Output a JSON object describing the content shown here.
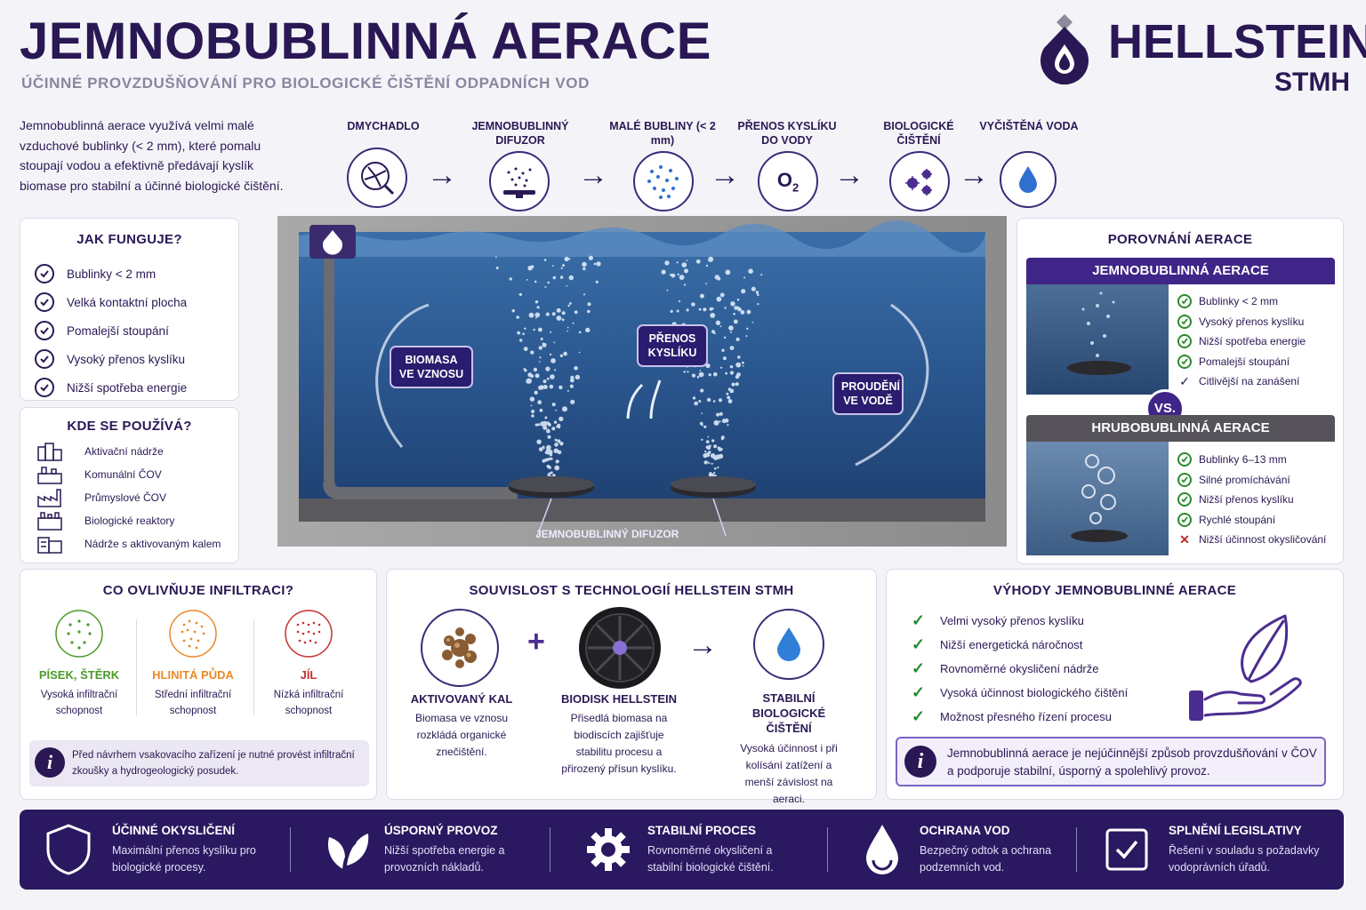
{
  "header": {
    "title": "JEMNOBUBLINNÁ AERACE",
    "subtitle": "ÚČINNÉ PROVZDUŠŇOVÁNÍ PRO BIOLOGICKÉ ČIŠTĚNÍ ODPADNÍCH VOD",
    "brand": "HELLSTEIN",
    "brand_sub": "STMH"
  },
  "intro": "Jemnobublinná aerace využívá velmi malé vzduchové bublinky (< 2 mm), které pomalu stoupají vodou a efektivně předávají kyslík biomase pro stabilní a účinné biologické čištění.",
  "process": [
    {
      "label": "DMYCHADLO",
      "icon": "blower-icon"
    },
    {
      "label": "JEMNOBUBLINNÝ DIFUZOR",
      "icon": "diffuser-icon"
    },
    {
      "label": "MALÉ BUBLINY (< 2 mm)",
      "icon": "bubbles-icon"
    },
    {
      "label": "PŘENOS KYSLÍKU DO VODY",
      "icon": "oxygen-icon",
      "symbol": "O",
      "sub": "2"
    },
    {
      "label": "BIOLOGICKÉ ČIŠTĚNÍ",
      "icon": "bacteria-icon"
    },
    {
      "label": "VYČIŠTĚNÁ VODA",
      "icon": "water-drop-icon"
    }
  ],
  "how": {
    "title": "JAK FUNGUJE?",
    "items": [
      "Bublinky < 2 mm",
      "Velká kontaktní plocha",
      "Pomalejší stoupání",
      "Vysoký přenos kyslíku",
      "Nižší spotřeba energie"
    ]
  },
  "where": {
    "title": "KDE SE POUŽÍVÁ?",
    "items": [
      "Aktivační nádrže",
      "Komunální ČOV",
      "Průmyslové ČOV",
      "Biologické reaktory",
      "Nádrže s aktivovaným kalem"
    ]
  },
  "tank": {
    "label_biomass": "BIOMASA VE VZNOSU",
    "label_oxygen": "PŘENOS KYSLÍKU",
    "label_flow": "PROUDĚNÍ VE VODĚ",
    "label_diffuser": "JEMNOBUBLINNÝ DIFUZOR"
  },
  "compare": {
    "title": "POROVNÁNÍ AERACE",
    "fine_title": "JEMNOBUBLINNÁ AERACE",
    "fine_items": [
      "Bublinky < 2 mm",
      "Vysoký přenos kyslíku",
      "Nižší spotřeba energie",
      "Pomalejší stoupání",
      "Citlivější na zanášení"
    ],
    "vs": "VS.",
    "coarse_title": "HRUBOBUBLINNÁ AERACE",
    "coarse_items": [
      "Bublinky 6–13 mm",
      "Silné promíchávání",
      "Nižší přenos kyslíku",
      "Rychlé stoupání",
      "Nižší účinnost okysličování"
    ]
  },
  "infiltration": {
    "title": "CO OVLIVŇUJE INFILTRACI?",
    "items": [
      {
        "name": "PÍSEK, ŠTĚRK",
        "desc": "Vysoká infiltrační schopnost",
        "color": "#4a9a2a"
      },
      {
        "name": "HLINITÁ PŮDA",
        "desc": "Střední infiltrační schopnost",
        "color": "#e8892a"
      },
      {
        "name": "JÍL",
        "desc": "Nízká infiltrační schopnost",
        "color": "#c43030"
      }
    ],
    "note": "Před návrhem vsakovacího zařízení je nutné provést infiltrační zkoušky a hydrogeologický posudek."
  },
  "tech": {
    "title": "SOUVISLOST S TECHNOLOGIÍ HELLSTEIN STMH",
    "plus": "+",
    "items": [
      {
        "name": "AKTIVOVANÝ KAL",
        "desc": "Biomasa ve vznosu rozkládá organické znečištění."
      },
      {
        "name": "BIODISK HELLSTEIN",
        "desc": "Přisedlá biomasa na biodiscích zajišťuje stabilitu procesu a přirozený přísun kyslíku."
      },
      {
        "name": "STABILNÍ BIOLOGICKÉ ČIŠTĚNÍ",
        "desc": "Vysoká účinnost i při kolísání zatížení a menší závislost na aeraci."
      }
    ]
  },
  "benefits": {
    "title": "VÝHODY JEMNOBUBLINNÉ AERACE",
    "items": [
      "Velmi vysoký přenos kyslíku",
      "Nižší energetická náročnost",
      "Rovnoměrné okysličení nádrže",
      "Vysoká účinnost biologického čištění",
      "Možnost přesného řízení procesu"
    ],
    "note": "Jemnobublinná aerace je nejúčinnější způsob provzdušňování v ČOV a podporuje stabilní, úsporný a spolehlivý provoz."
  },
  "banner": [
    {
      "title": "ÚČINNÉ OKYSLIČENÍ",
      "desc": "Maximální přenos kyslíku pro biologické procesy.",
      "icon": "shield-icon"
    },
    {
      "title": "ÚSPORNÝ PROVOZ",
      "desc": "Nižší spotřeba energie a provozních nákladů.",
      "icon": "leaf-icon"
    },
    {
      "title": "STABILNÍ PROCES",
      "desc": "Rovnoměrné okysličení a stabilní biologické čištění.",
      "icon": "gear-icon"
    },
    {
      "title": "OCHRANA VOD",
      "desc": "Bezpečný odtok a ochrana podzemních vod.",
      "icon": "water-drop-icon"
    },
    {
      "title": "SPLNĚNÍ LEGISLATIVY",
      "desc": "Řešení v souladu s požadavky vodoprávních úřadů.",
      "icon": "checkbox-icon"
    }
  ],
  "colors": {
    "primary": "#2a1854",
    "accent": "#4b2d8f",
    "banner": "#2a1860",
    "green": "#2b8a2b"
  }
}
